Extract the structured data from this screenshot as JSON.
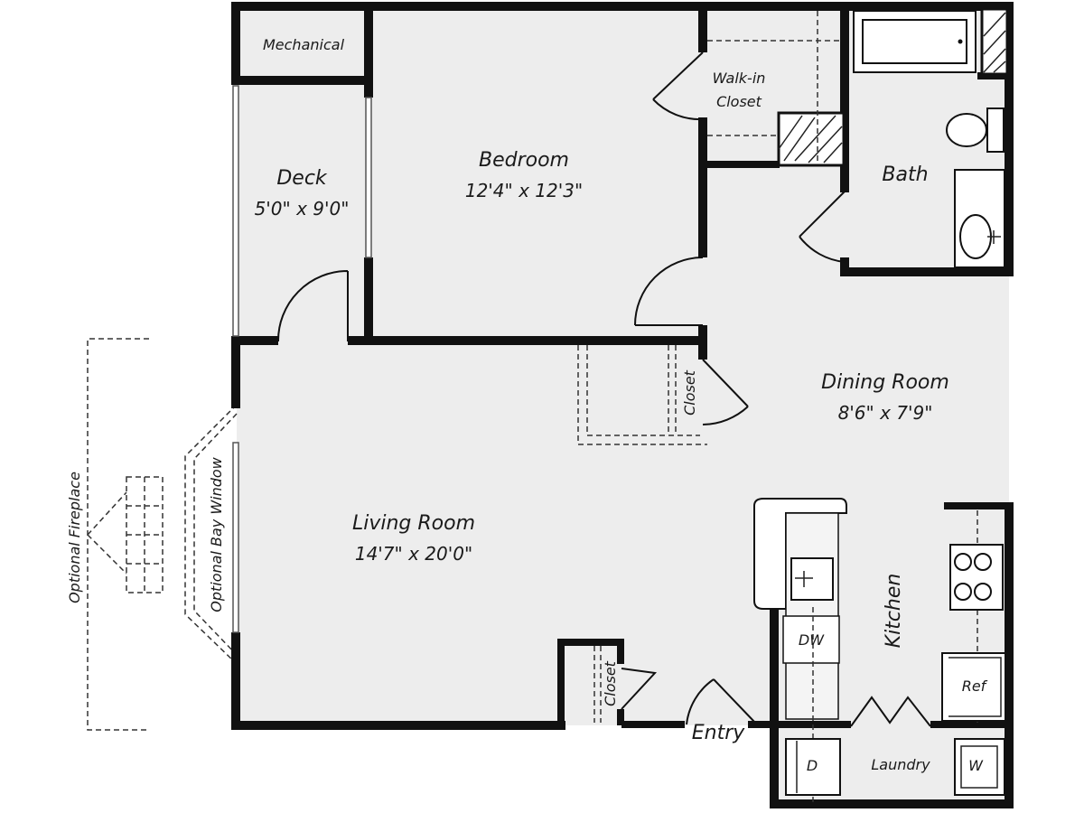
{
  "rooms": {
    "mechanical": {
      "name": "Mechanical"
    },
    "deck": {
      "name": "Deck",
      "size": "5'0\" x 9'0\""
    },
    "bedroom": {
      "name": "Bedroom",
      "size": "12'4\" x 12'3\""
    },
    "walk_in_closet": {
      "line1": "Walk-in",
      "line2": "Closet"
    },
    "bath": {
      "name": "Bath"
    },
    "dining": {
      "name": "Dining Room",
      "size": "8'6\" x 7'9\""
    },
    "living": {
      "name": "Living Room",
      "size": "14'7\" x 20'0\""
    },
    "kitchen": {
      "name": "Kitchen"
    },
    "laundry": {
      "name": "Laundry"
    },
    "entry": {
      "name": "Entry"
    },
    "closet_hall": {
      "name": "Closet"
    },
    "closet_entry": {
      "name": "Closet"
    }
  },
  "appliances": {
    "dishwasher": "DW",
    "refrigerator": "Ref",
    "dryer": "D",
    "washer": "W"
  },
  "options": {
    "fireplace": "Optional Fireplace",
    "bay_window": "Optional Bay Window"
  }
}
